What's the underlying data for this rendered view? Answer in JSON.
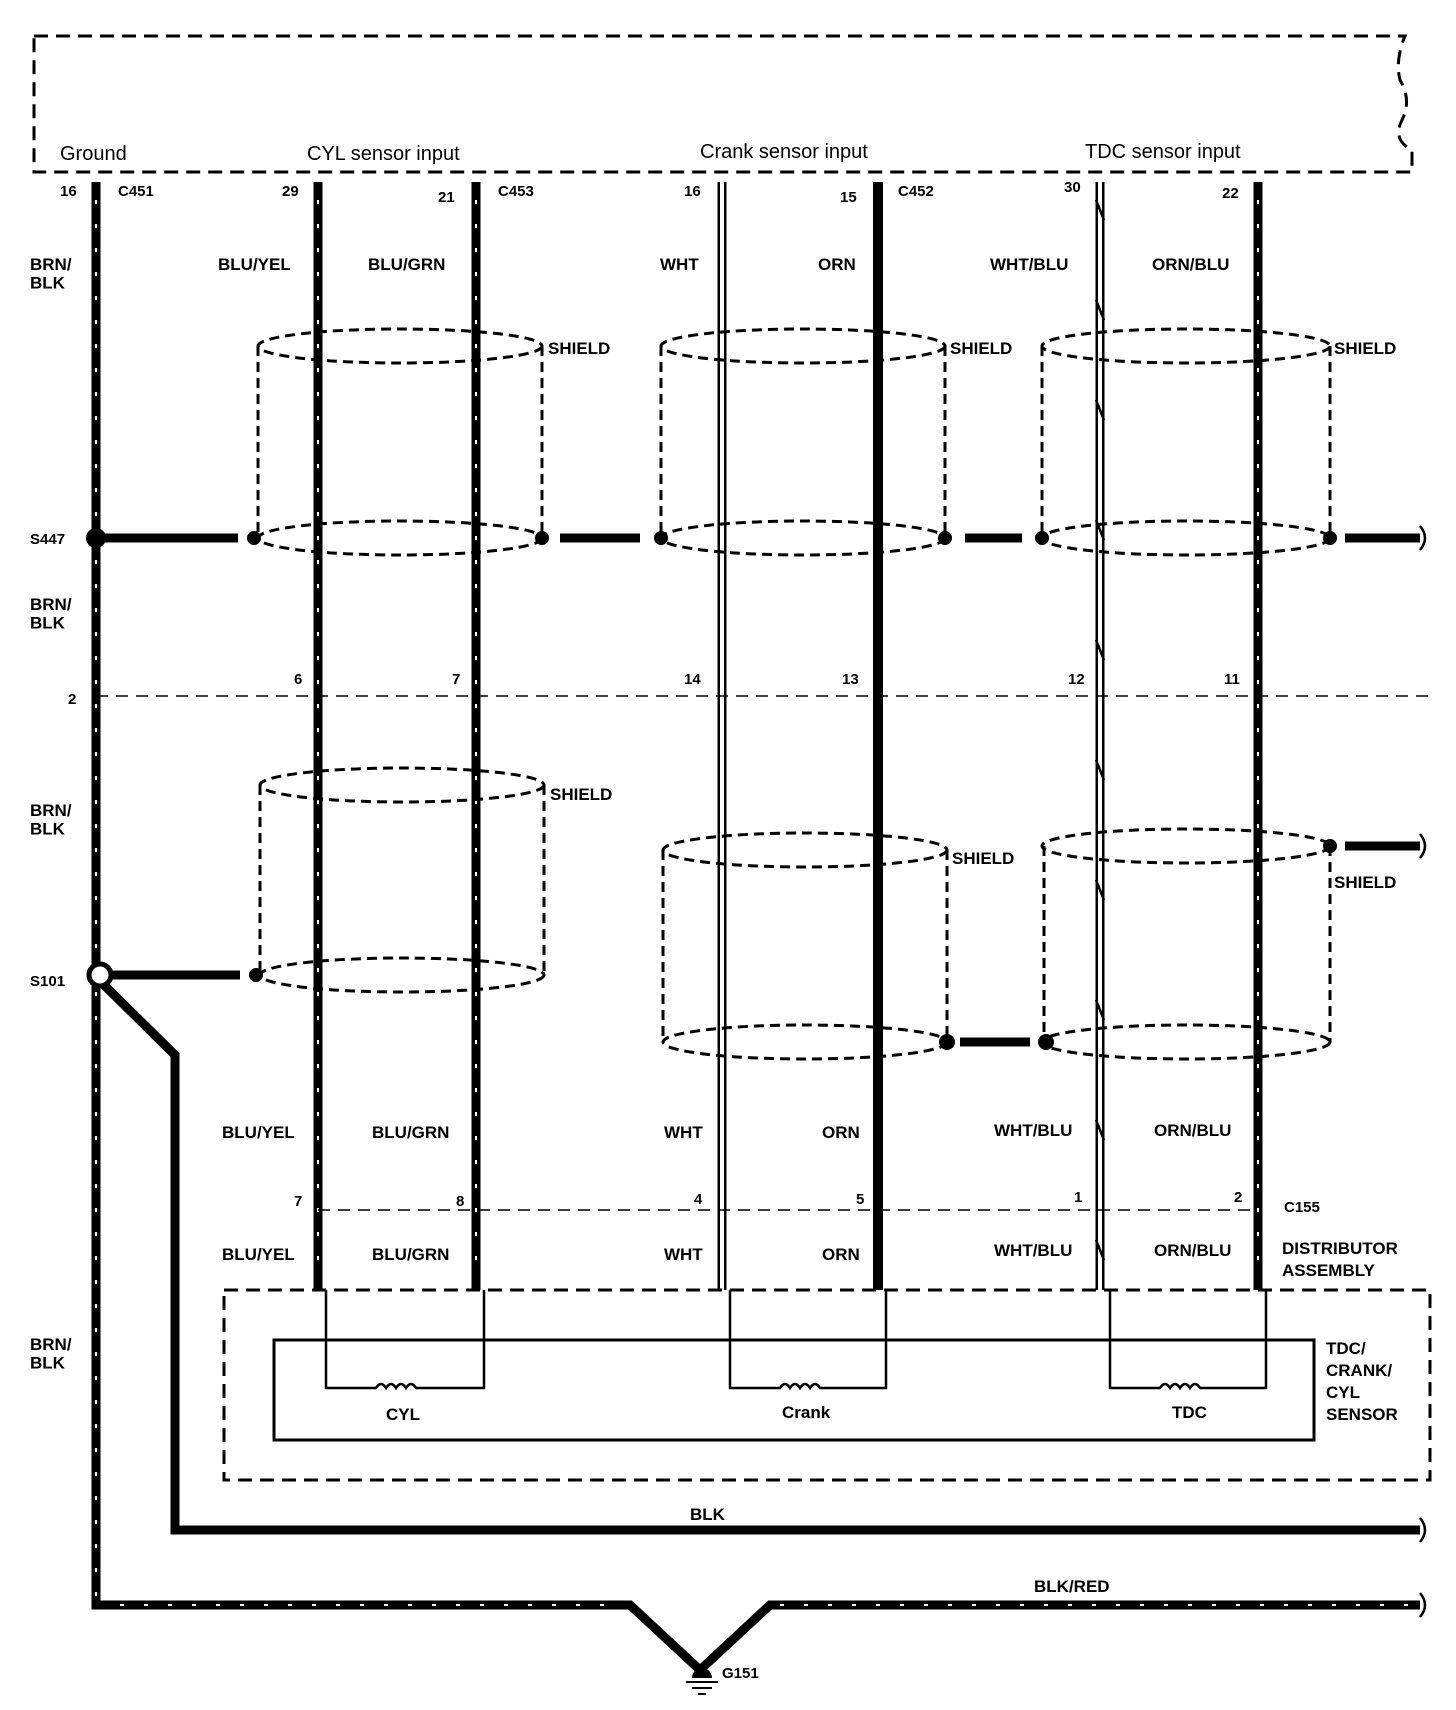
{
  "ecm_inputs": {
    "ground": "Ground",
    "cyl": "CYL sensor input",
    "crank": "Crank sensor input",
    "tdc": "TDC sensor input"
  },
  "connectors": {
    "c451": "C451",
    "c453": "C453",
    "c452": "C452",
    "c155": "C155"
  },
  "pins_top": {
    "ground": "16",
    "cyl_a": "29",
    "cyl_b": "21",
    "crank_a": "16",
    "crank_b": "15",
    "tdc_a": "30",
    "tdc_b": "22"
  },
  "pins_mid": {
    "ground": "2",
    "cyl_a": "6",
    "cyl_b": "7",
    "crank_a": "14",
    "crank_b": "13",
    "tdc_a": "12",
    "tdc_b": "11"
  },
  "pins_bottom": {
    "cyl_a": "7",
    "cyl_b": "8",
    "crank_a": "4",
    "crank_b": "5",
    "tdc_a": "1",
    "tdc_b": "2"
  },
  "wire_colors": {
    "brn_blk": "BRN/\nBLK",
    "blu_yel": "BLU/YEL",
    "blu_grn": "BLU/GRN",
    "wht": "WHT",
    "orn": "ORN",
    "wht_blu": "WHT/BLU",
    "orn_blu": "ORN/BLU",
    "blk": "BLK",
    "blk_red": "BLK/RED"
  },
  "splices": {
    "s447": "S447",
    "s101": "S101"
  },
  "shield_label": "SHIELD",
  "ground_point": "G151",
  "distributor": {
    "line1": "DISTRIBUTOR",
    "line2": "ASSEMBLY"
  },
  "sensor_assembly": {
    "line1": "TDC/",
    "line2": "CRANK/",
    "line3": "CYL",
    "line4": "SENSOR"
  },
  "coils": {
    "cyl": "CYL",
    "crank": "Crank",
    "tdc": "TDC"
  }
}
